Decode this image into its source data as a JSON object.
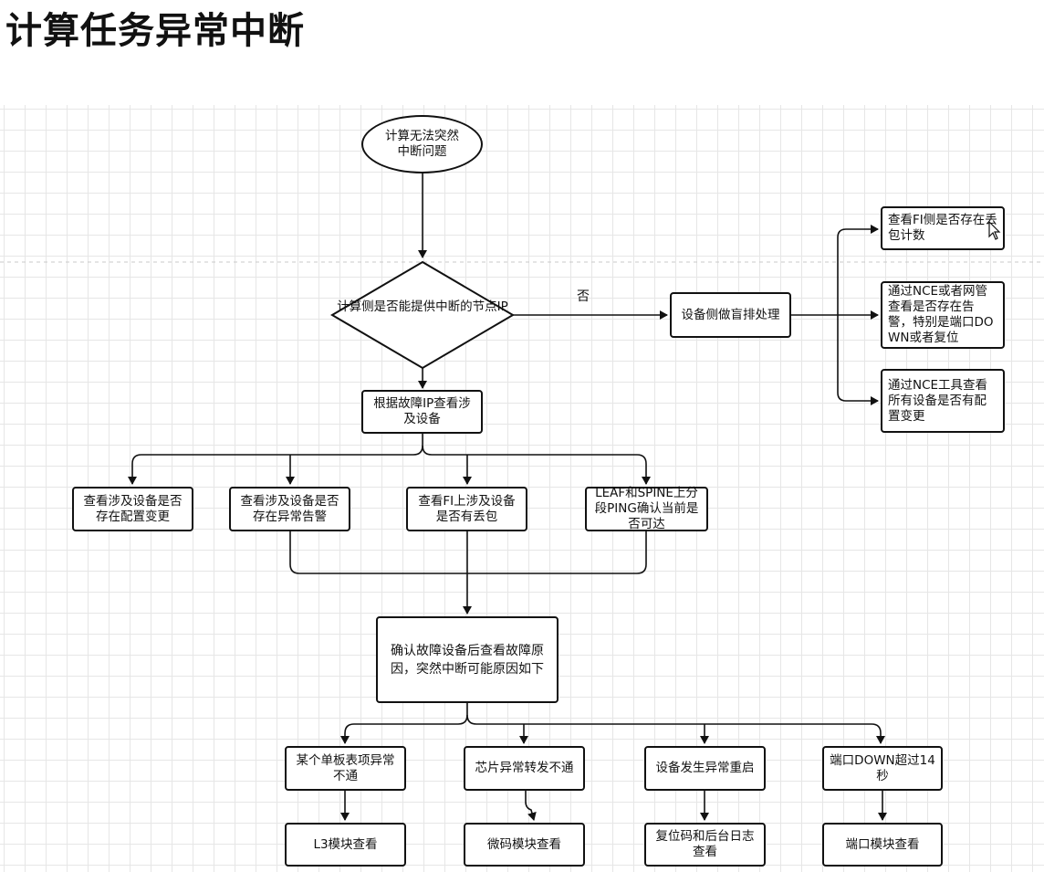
{
  "title": "计算任务异常中断",
  "flowchart": {
    "start": "计算无法突然中断问题",
    "decision": "计算侧是否能提供中断的节点IP",
    "no_label": "否",
    "no_branch": {
      "main": "设备侧做盲排处理",
      "checks": [
        "查看FI侧是否存在丢包计数",
        "通过NCE或者网管查看是否存在告警，特别是端口DOWN或者复位",
        "通过NCE工具查看所有设备是否有配置变更"
      ]
    },
    "yes_step": "根据故障IP查看涉及设备",
    "checks": [
      "查看涉及设备是否存在配置变更",
      "查看涉及设备是否存在异常告警",
      "查看FI上涉及设备是否有丢包",
      "LEAF和SPINE上分段PING确认当前是否可达"
    ],
    "confirm": "确认故障设备后查看故障原因，突然中断可能原因如下",
    "causes": [
      {
        "cause": "某个单板表项异常不通",
        "action": "L3模块查看"
      },
      {
        "cause": "芯片异常转发不通",
        "action": "微码模块查看"
      },
      {
        "cause": "设备发生异常重启",
        "action": "复位码和后台日志查看"
      },
      {
        "cause": "端口DOWN超过14秒",
        "action": "端口模块查看"
      }
    ]
  }
}
